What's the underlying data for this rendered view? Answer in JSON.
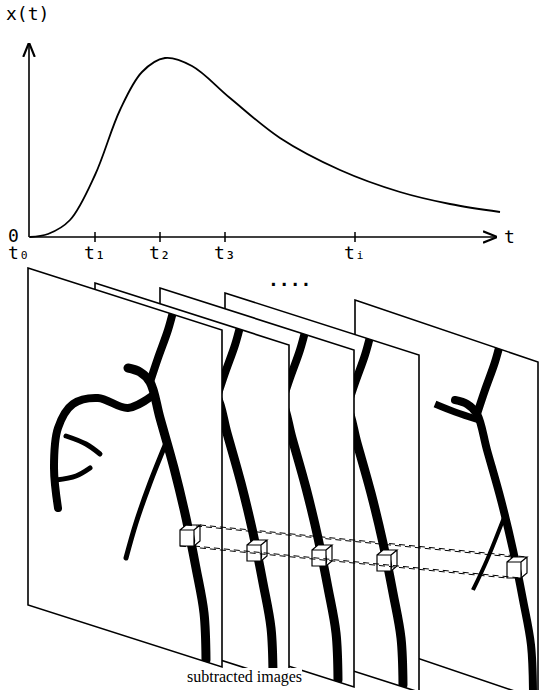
{
  "diagram": {
    "caption": "subtracted images",
    "labels": [
      "x(t)",
      "0",
      "t",
      "t₀",
      "t₁",
      "t₂",
      "t₃",
      "....",
      "tᵢ"
    ]
  }
}
